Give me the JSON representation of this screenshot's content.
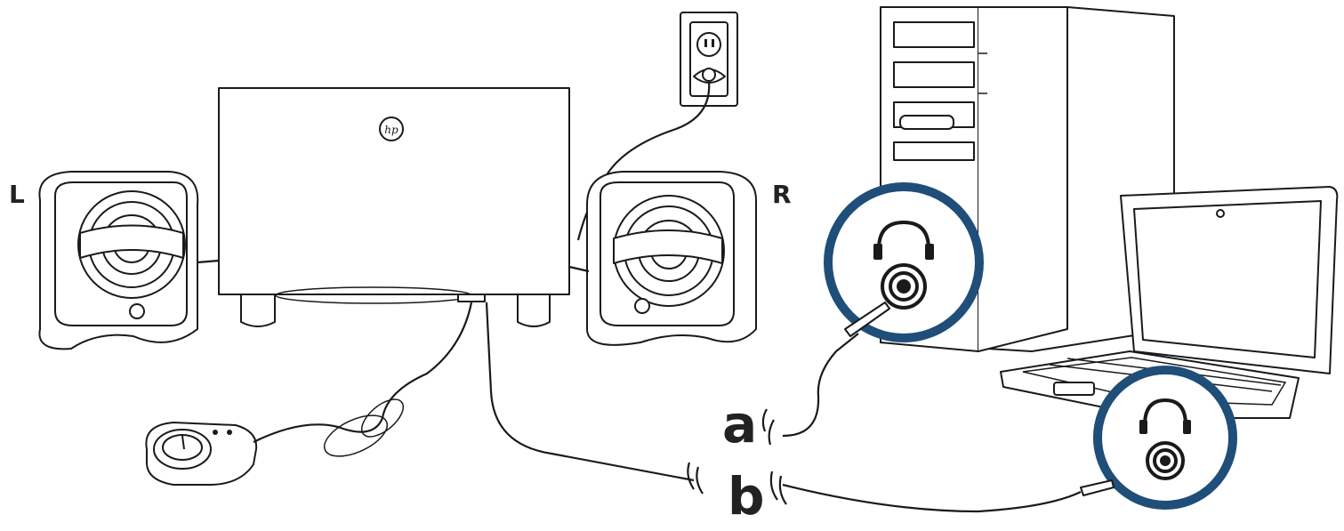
{
  "labels": {
    "left_speaker": "L",
    "right_speaker": "R",
    "cable_a": "a",
    "cable_b": "b"
  },
  "colors": {
    "callout_ring": "#1f4e79",
    "line_art": "#1a1a1a",
    "background": "#ffffff"
  },
  "icons": {
    "callout_icon": "headphones-icon",
    "port_icon": "audio-jack-icon",
    "logo": "hp-logo"
  }
}
